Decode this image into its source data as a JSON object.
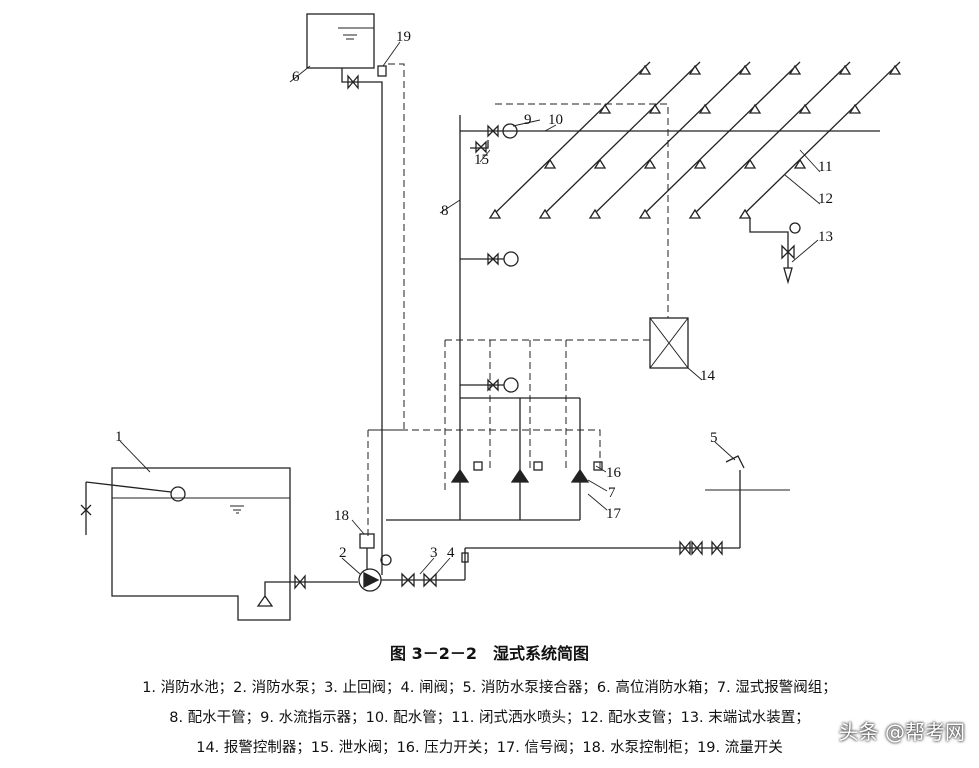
{
  "figure": {
    "caption": "图 3－2－2　湿式系统简图",
    "callouts": [
      "1",
      "2",
      "3",
      "4",
      "5",
      "6",
      "7",
      "8",
      "9",
      "10",
      "11",
      "12",
      "13",
      "14",
      "15",
      "16",
      "17",
      "18",
      "19"
    ],
    "legend_lines": [
      "1. 消防水池；2. 消防水泵；3. 止回阀；4. 闸阀；5. 消防水泵接合器；6. 高位消防水箱；7. 湿式报警阀组；",
      "8. 配水干管；9. 水流指示器；10. 配水管；11. 闭式洒水喷头；12. 配水支管；13. 末端试水装置；",
      "14. 报警控制器；15. 泄水阀；16. 压力开关；17. 信号阀；18. 水泵控制柜；19. 流量开关"
    ],
    "watermark": "头条 @帮考网"
  }
}
